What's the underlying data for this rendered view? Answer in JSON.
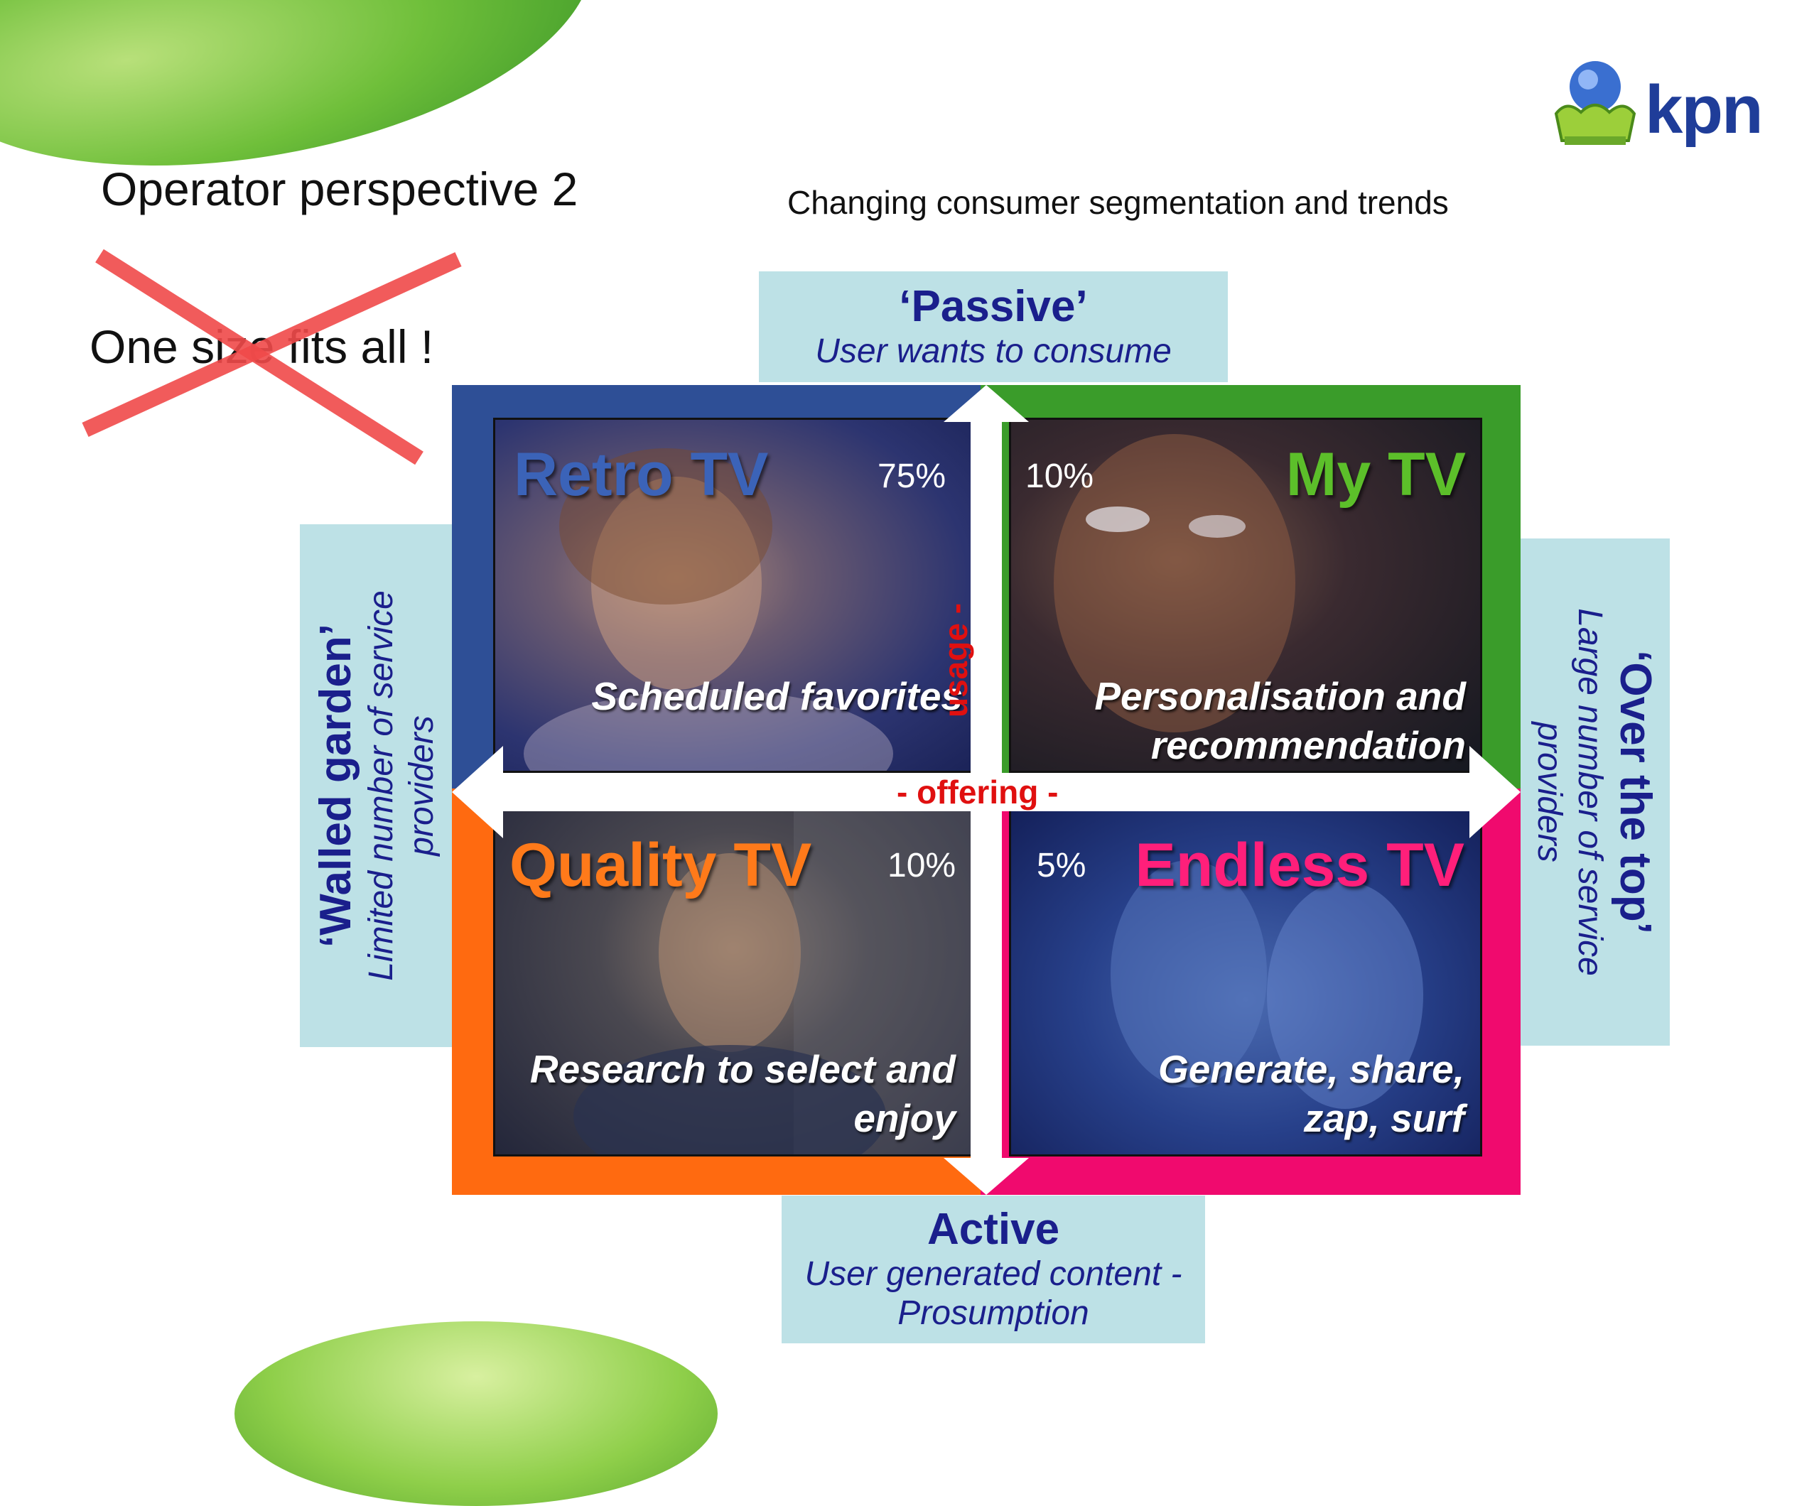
{
  "header": {
    "title": "Operator perspective 2",
    "subtitle": "Changing consumer segmentation and trends",
    "crossed_out": "One size fits all !",
    "logo": "kpn"
  },
  "axes": {
    "top": {
      "heading": "‘Passive’",
      "sub": "User wants to consume"
    },
    "bottom": {
      "heading": "Active",
      "sub_line1": "User generated content -",
      "sub_line2": "Prosumption"
    },
    "left": {
      "heading": "‘Walled garden’",
      "sub_line1": "Limited number of service",
      "sub_line2": "providers"
    },
    "right": {
      "heading": "‘Over the top’",
      "sub_line1": "Large number of service",
      "sub_line2": "providers"
    },
    "horizontal_label": "- offering -",
    "vertical_label": "usage -"
  },
  "quadrants": {
    "top_left": {
      "name": "Retro TV",
      "percent": "75%",
      "line1": "Scheduled favorites",
      "line2": "",
      "color": "#3b63b8"
    },
    "top_right": {
      "name": "My TV",
      "percent": "10%",
      "line1": "Personalisation and",
      "line2": "recommendation",
      "color": "#5cbf2a"
    },
    "bottom_left": {
      "name": "Quality TV",
      "percent": "10%",
      "line1": "Research to select and",
      "line2": "enjoy",
      "color": "#ff7a1a"
    },
    "bottom_right": {
      "name": "Endless TV",
      "percent": "5%",
      "line1": "Generate, share,",
      "line2": "zap, surf",
      "color": "#ff1f7a"
    }
  }
}
